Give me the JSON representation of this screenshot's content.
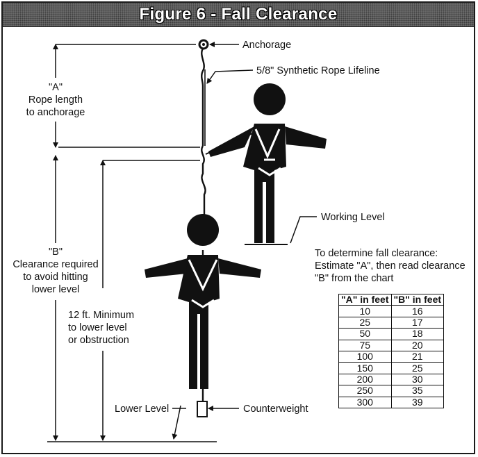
{
  "title": "Figure 6 - Fall Clearance",
  "labels": {
    "anchorage": "Anchorage",
    "lifeline": "5/8\" Synthetic Rope Lifeline",
    "a_letter": "\"A\"",
    "a_line1": "Rope length",
    "a_line2": "to anchorage",
    "b_letter": "\"B\"",
    "b_line1": "Clearance required",
    "b_line2": "to avoid hitting",
    "b_line3": "lower level",
    "min_line1": "12 ft. Minimum",
    "min_line2": "to lower level",
    "min_line3": "or obstruction",
    "working_level": "Working Level",
    "lower_level": "Lower Level",
    "counterweight": "Counterweight"
  },
  "instructions": {
    "line1": "To determine fall clearance:",
    "line2": "Estimate \"A\", then read clearance",
    "line3": "\"B\" from the chart"
  },
  "table": {
    "headers": [
      "\"A\" in feet",
      "\"B\" in feet"
    ],
    "rows": [
      [
        "10",
        "16"
      ],
      [
        "25",
        "17"
      ],
      [
        "50",
        "18"
      ],
      [
        "75",
        "20"
      ],
      [
        "100",
        "21"
      ],
      [
        "150",
        "25"
      ],
      [
        "200",
        "30"
      ],
      [
        "250",
        "35"
      ],
      [
        "300",
        "39"
      ]
    ]
  }
}
